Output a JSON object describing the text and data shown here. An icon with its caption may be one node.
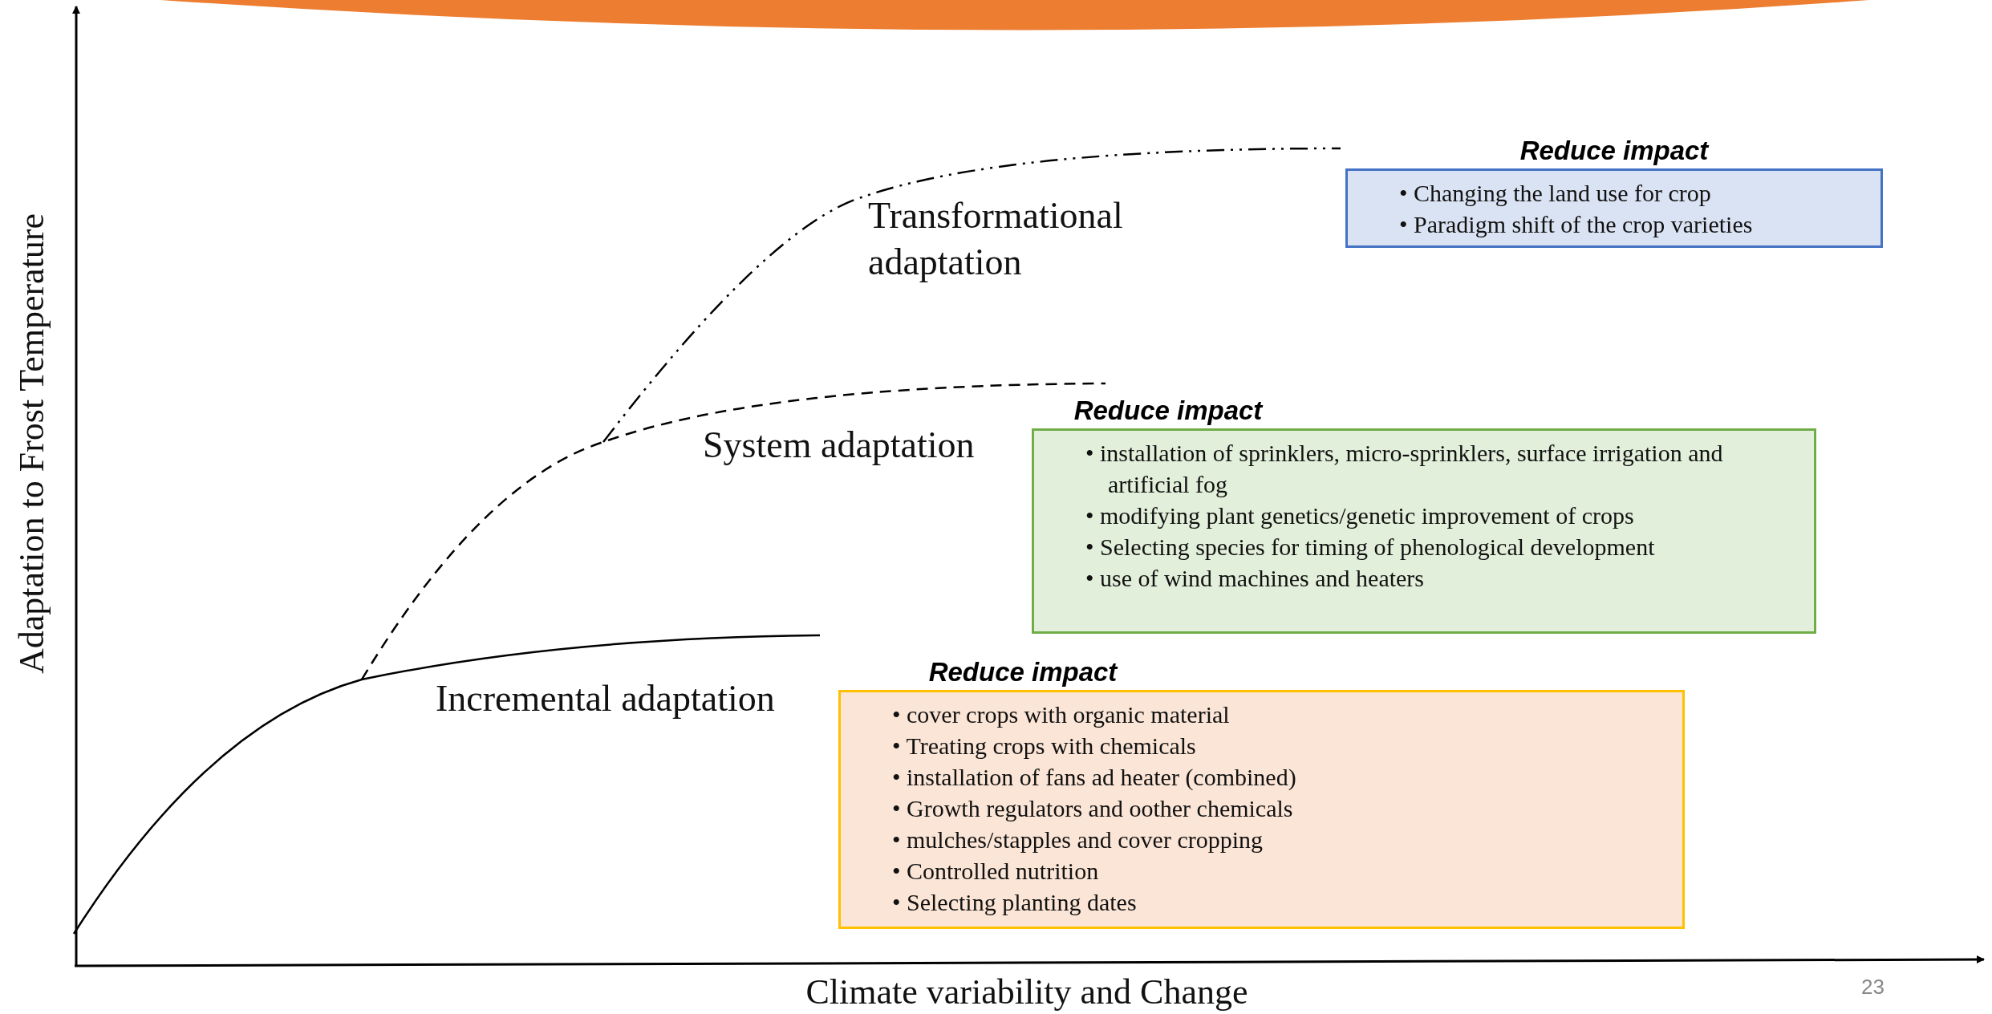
{
  "diagram": {
    "nodes": [
      {
        "text": [],
        "shape": "ellipse"
      },
      {
        "text": [
          "Reduce impact",
          "• Changing the land use for crop",
          "• Paradigm shift of the crop varieties"
        ]
      },
      {
        "text": [
          "Reduce impact",
          "• installation of sprinklers, micro-sprinklers, surface irrigation and artificial fog",
          "• modifying plant genetics/genetic improvement of crops",
          "• Selecting species for timing of phenological development",
          "• use of wind machines and heaters"
        ]
      },
      {
        "text": [
          "Reduce impact",
          "• cover crops with organic material",
          "• Treating crops with chemicals",
          "• installation of fans ad heater (combined)",
          "• Growth regulators and oother chemicals",
          "• mulches/stapples and cover cropping",
          "• Controlled nutrition",
          "• Selecting planting dates"
        ]
      }
    ],
    "edges": [],
    "labels": [
      "Transformational adaptation",
      "System adaptation",
      "Incremental adaptation",
      "Adaptation to Frost Temperature",
      "Climate variability and Change",
      "23"
    ]
  }
}
